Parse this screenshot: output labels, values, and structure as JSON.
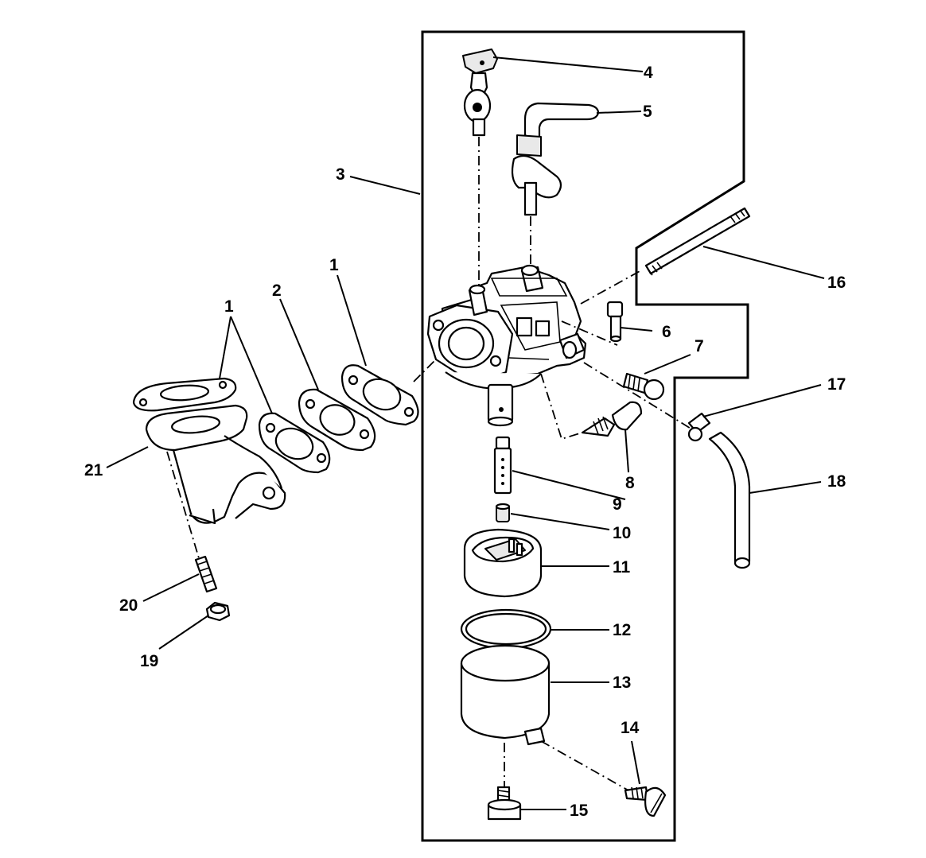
{
  "diagram": {
    "labels": {
      "p1a": "1",
      "p1b": "1",
      "p2": "2",
      "p3": "3",
      "p4": "4",
      "p5": "5",
      "p6": "6",
      "p7": "7",
      "p8": "8",
      "p9": "9",
      "p10": "10",
      "p11": "11",
      "p12": "12",
      "p13": "13",
      "p14": "14",
      "p15": "15",
      "p16": "16",
      "p17": "17",
      "p18": "18",
      "p19": "19",
      "p20": "20",
      "p21": "21"
    }
  }
}
